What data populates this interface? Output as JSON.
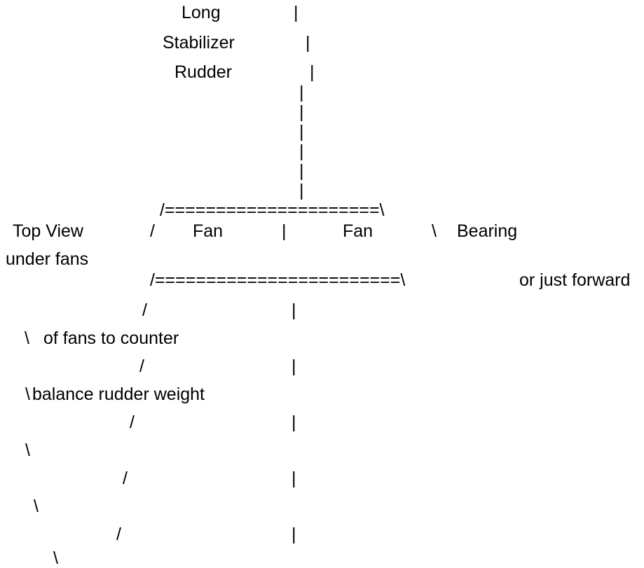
{
  "diagram": {
    "labels": {
      "long": "Long",
      "stabilizer": "Stabilizer",
      "rudder": "Rudder",
      "top_view": "Top View",
      "under_fans": "under fans",
      "fan_left": "Fan",
      "fan_right": "Fan",
      "bearing": "Bearing",
      "or_just_forward": "or just forward",
      "of_fans_to_counter": "of fans to counter",
      "balance_rudder_weight": "balance rudder weight"
    },
    "rules": {
      "upper_bar": "/=====================\\",
      "lower_bar": "/========================\\"
    },
    "glyphs": {
      "pipe": "|",
      "slash": "/",
      "backslash": "\\"
    }
  }
}
